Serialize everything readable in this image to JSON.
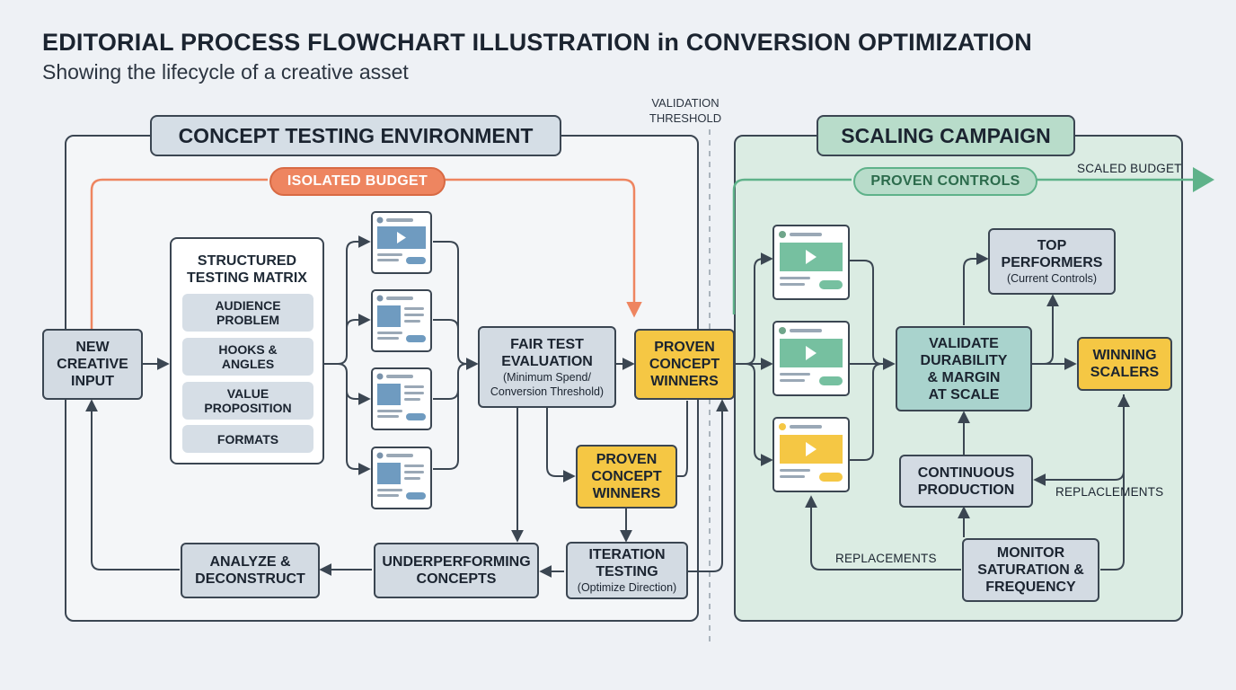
{
  "header": {
    "title": "EDITORIAL PROCESS FLOWCHART ILLUSTRATION in CONVERSION OPTIMIZATION",
    "subtitle": "Showing the lifecycle of a creative asset"
  },
  "threshold_label": "VALIDATION\nTHRESHOLD",
  "regions": {
    "left_title": "CONCEPT TESTING ENVIRONMENT",
    "right_title": "SCALING CAMPAIGN"
  },
  "budget": {
    "isolated": "ISOLATED BUDGET",
    "proven_controls": "PROVEN CONTROLS",
    "scaled": "SCALED BUDGET"
  },
  "nodes": {
    "new_creative": "NEW\nCREATIVE\nINPUT",
    "matrix_title": "STRUCTURED\nTESTING MATRIX",
    "matrix_items": [
      "AUDIENCE\nPROBLEM",
      "HOOKS &\nANGLES",
      "VALUE\nPROPOSITION",
      "FORMATS"
    ],
    "fair_test_title": "FAIR TEST\nEVALUATION",
    "fair_test_note": "(Minimum Spend/\nConversion Threshold)",
    "proven_winners_1": "PROVEN\nCONCEPT\nWINNERS",
    "proven_winners_2": "PROVEN\nCONCEPT\nWINNERS",
    "iteration_title": "ITERATION\nTESTING",
    "iteration_note": "(Optimize Direction)",
    "underperforming": "UNDERPERFORMING\nCONCEPTS",
    "analyze": "ANALYZE &\nDECONSTRUCT",
    "validate": "VALIDATE\nDURABILITY\n& MARGIN\nAT SCALE",
    "top_title": "TOP\nPERFORMERS",
    "top_note": "(Current Controls)",
    "winning": "WINNING\nSCALERS",
    "continuous": "CONTINUOUS\nPRODUCTION",
    "monitor": "MONITOR\nSATURATION &\nFREQUENCY"
  },
  "labels": {
    "replacements_right": "REPLACLEMENTS",
    "replacements_bottom": "REPLACEMENTS"
  },
  "colors": {
    "budget_orange": "#ee8560",
    "proven_green": "#5fb28a",
    "winner_yellow": "#f5c744",
    "validate_teal": "#a9d3cd",
    "node_gray": "#d3dbe3"
  }
}
